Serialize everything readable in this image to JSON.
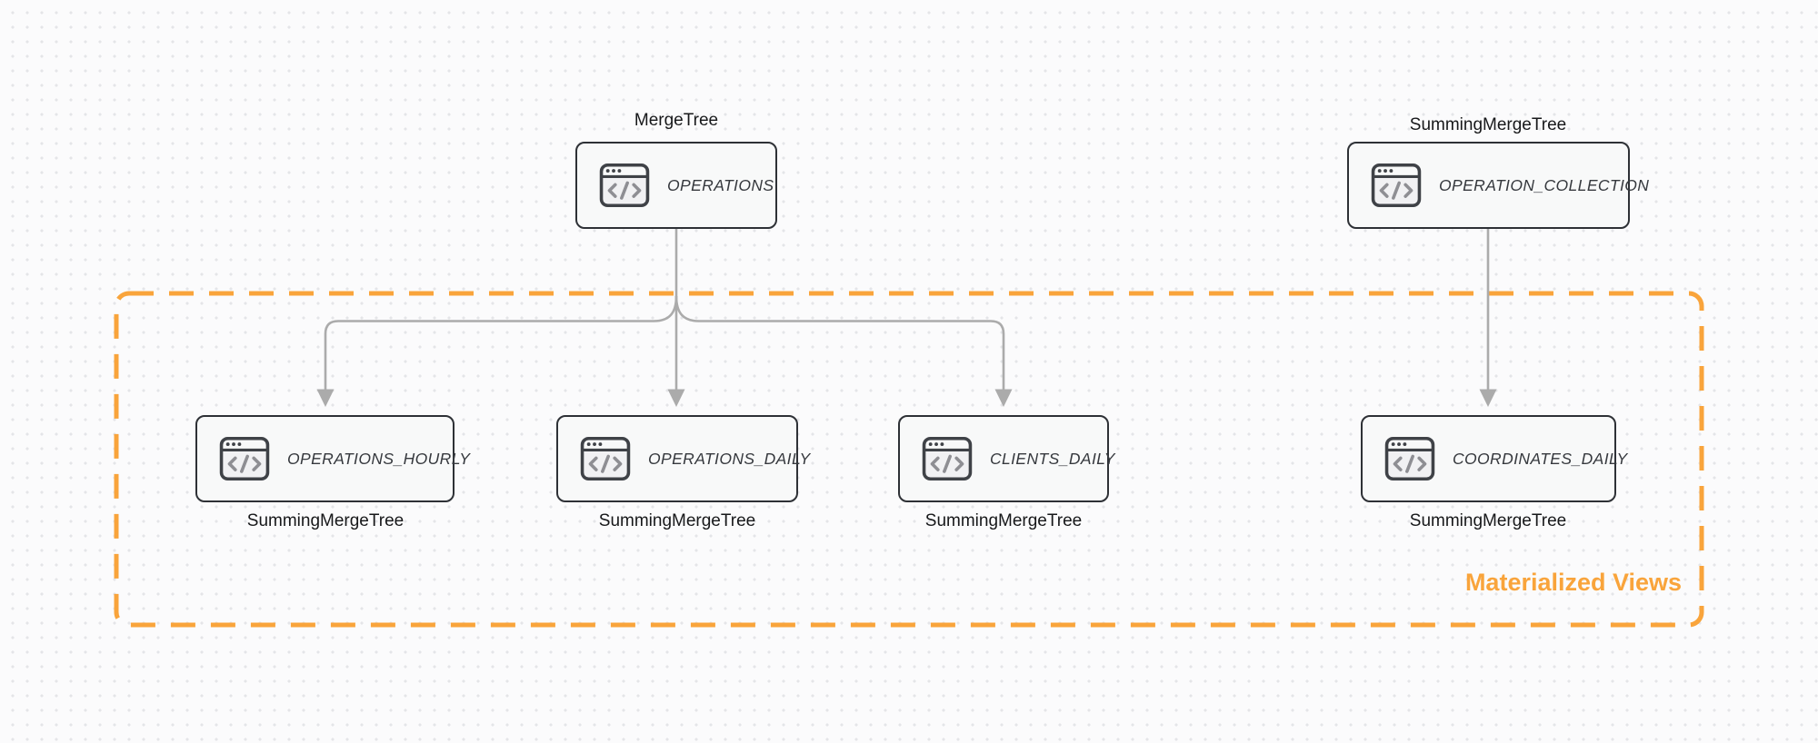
{
  "diagram": {
    "source_nodes": [
      {
        "engine": "MergeTree",
        "table": "OPERATIONS"
      },
      {
        "engine": "SummingMergeTree",
        "table": "OPERATION_COLLECTION"
      }
    ],
    "materialized_nodes": [
      {
        "table": "OPERATIONS_HOURLY",
        "engine": "SummingMergeTree"
      },
      {
        "table": "OPERATIONS_DAILY",
        "engine": "SummingMergeTree"
      },
      {
        "table": "CLIENTS_DAILY",
        "engine": "SummingMergeTree"
      },
      {
        "table": "COORDINATES_DAILY",
        "engine": "SummingMergeTree"
      }
    ],
    "group": {
      "label": "Materialized Views"
    },
    "icons": {
      "node_icon": "code-window-icon"
    },
    "colors": {
      "accent_orange": "#F9A43B",
      "arrow_gray": "#ABABAB",
      "node_border": "#2E3136",
      "node_fill": "#F8F9F9",
      "node_text": "#36393E",
      "label_text": "#17181A",
      "icon_stroke": "#3F4247",
      "icon_glyph": "#8E8E93",
      "background": "#FBFBFC",
      "dot_grid": "#E4E5E8"
    }
  }
}
